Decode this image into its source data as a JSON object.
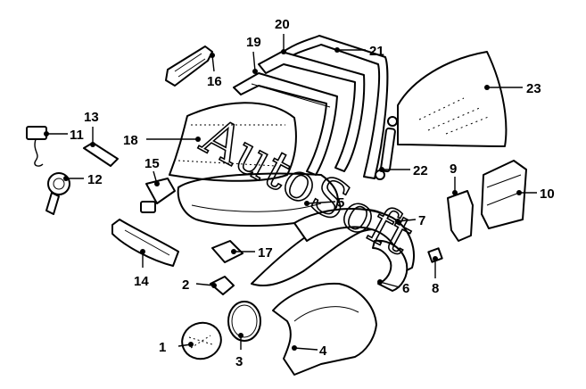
{
  "watermark": "AutoSoft",
  "callouts": [
    {
      "id": "c1",
      "label": "1"
    },
    {
      "id": "c2",
      "label": "2"
    },
    {
      "id": "c3",
      "label": "3"
    },
    {
      "id": "c4",
      "label": "4"
    },
    {
      "id": "c5",
      "label": "5"
    },
    {
      "id": "c6",
      "label": "6"
    },
    {
      "id": "c7",
      "label": "7"
    },
    {
      "id": "c8",
      "label": "8"
    },
    {
      "id": "c9",
      "label": "9"
    },
    {
      "id": "c10",
      "label": "10"
    },
    {
      "id": "c11",
      "label": "11"
    },
    {
      "id": "c12",
      "label": "12"
    },
    {
      "id": "c13",
      "label": "13"
    },
    {
      "id": "c14",
      "label": "14"
    },
    {
      "id": "c15",
      "label": "15"
    },
    {
      "id": "c16",
      "label": "16"
    },
    {
      "id": "c17",
      "label": "17"
    },
    {
      "id": "c18",
      "label": "18"
    },
    {
      "id": "c19",
      "label": "19"
    },
    {
      "id": "c20",
      "label": "20"
    },
    {
      "id": "c21",
      "label": "21"
    },
    {
      "id": "c22",
      "label": "22"
    },
    {
      "id": "c23",
      "label": "23"
    }
  ]
}
